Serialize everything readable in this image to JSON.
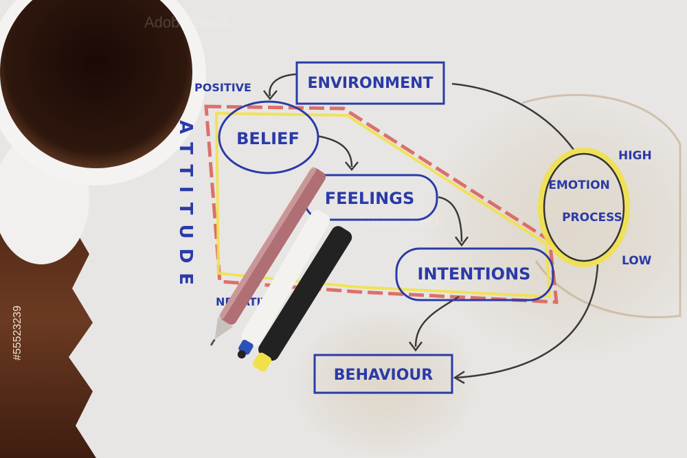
{
  "attitude_label": "ATTITUDE",
  "attitude_positive": "POSITIVE",
  "attitude_negative": "NEGATIVE",
  "nodes": {
    "environment": "ENVIRONMENT",
    "belief": "BELIEF",
    "feelings": "FEELINGS",
    "intentions": "INTENTIONS",
    "behaviour": "BEHAVIOUR",
    "emotion_line1": "EMOTION",
    "emotion_line2": "PROCESS"
  },
  "emotion_high": "HIGH",
  "emotion_low": "LOW",
  "watermark": {
    "text": "Adobe Stock",
    "id": "#55523239"
  },
  "colors": {
    "ink": "#2a3aa8",
    "highlight_yellow": "#f2e04a",
    "highlight_red": "#d95a55",
    "wood": "#5a2e1c",
    "paper": "#e9e6e3",
    "coffee": "#2a140c"
  }
}
